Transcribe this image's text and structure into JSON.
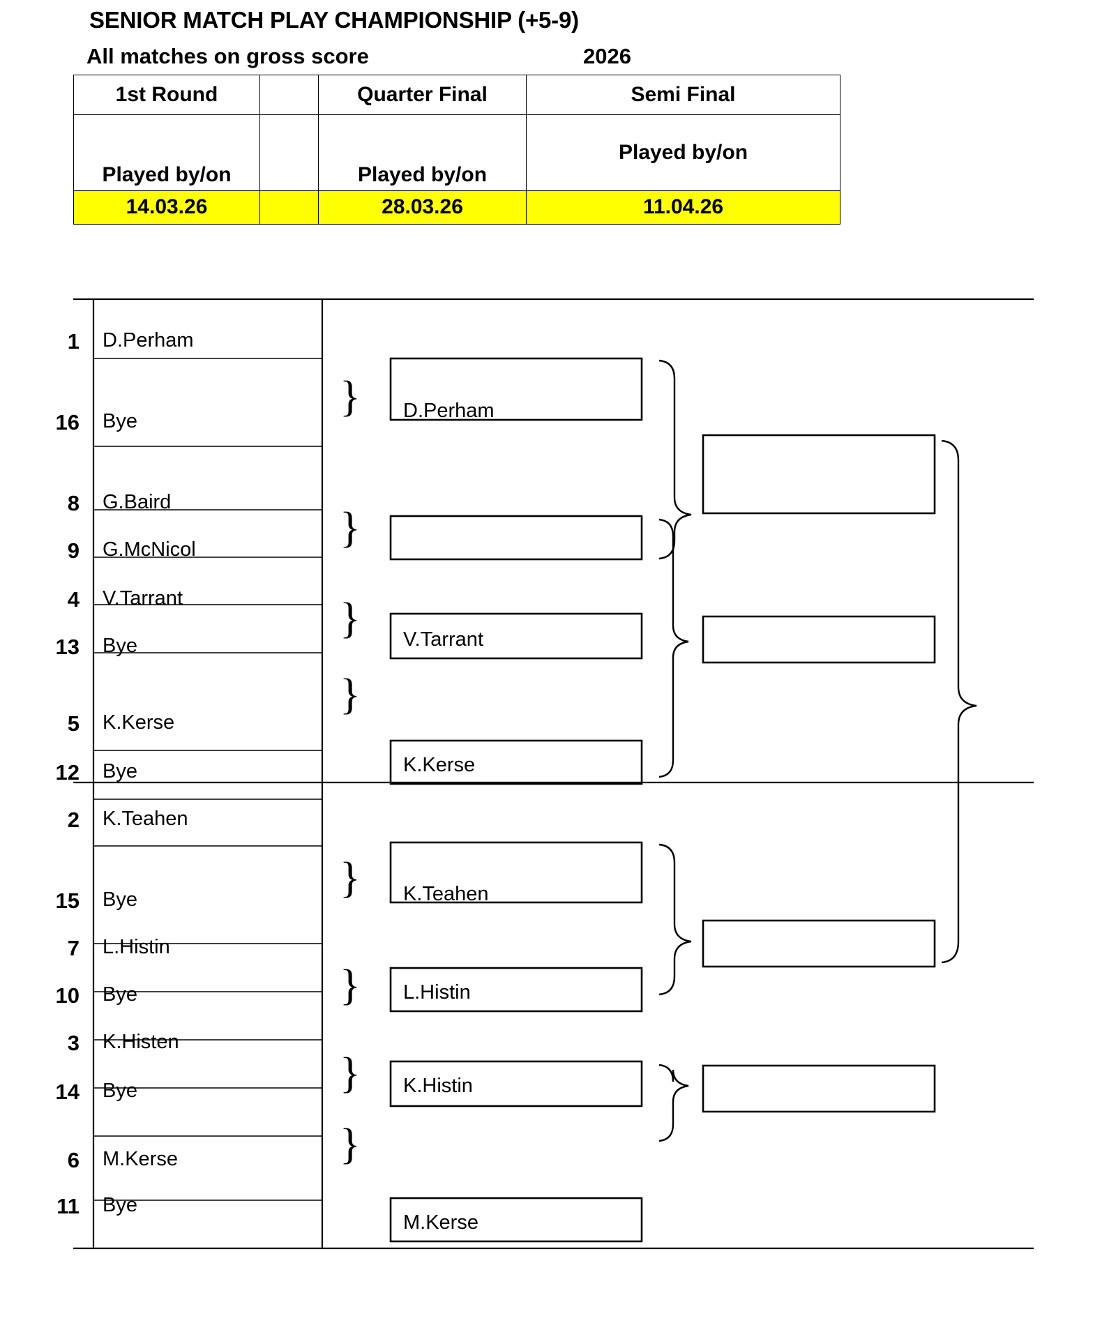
{
  "header": {
    "title": "SENIOR MATCH PLAY CHAMPIONSHIP (+5-9)",
    "subtitle": "All matches on gross score",
    "year": "2026",
    "round_labels": {
      "first_round": "1st Round",
      "blank_col": "",
      "quarter_final": "Quarter Final",
      "semi_final": "Semi Final"
    },
    "played_labels": {
      "first_round": "Played by/on",
      "blank_col": "",
      "quarter_final": "Played by/on",
      "semi_final": "Played by/on"
    },
    "dates": {
      "first_round": "14.03.26",
      "blank_col": "",
      "quarter_final": "28.03.26",
      "semi_final": "11.04.26"
    },
    "highlight_color": "#ffff00"
  },
  "bracket": {
    "first_round": [
      {
        "seed": "1",
        "name": "D.Perham"
      },
      {
        "seed": "16",
        "name": "Bye"
      },
      {
        "seed": "8",
        "name": "G.Baird"
      },
      {
        "seed": "9",
        "name": "G.McNicol"
      },
      {
        "seed": "4",
        "name": "V.Tarrant"
      },
      {
        "seed": "13",
        "name": "Bye"
      },
      {
        "seed": "5",
        "name": "K.Kerse"
      },
      {
        "seed": "12",
        "name": "Bye"
      },
      {
        "seed": "2",
        "name": "K.Teahen"
      },
      {
        "seed": "15",
        "name": "Bye"
      },
      {
        "seed": "7",
        "name": "L.Histin"
      },
      {
        "seed": "10",
        "name": "Bye"
      },
      {
        "seed": "3",
        "name": "K.Histen"
      },
      {
        "seed": "14",
        "name": "Bye"
      },
      {
        "seed": "6",
        "name": "M.Kerse"
      },
      {
        "seed": "11",
        "name": "Bye"
      }
    ],
    "quarter_finals": [
      {
        "name": "D.Perham"
      },
      {
        "name": ""
      },
      {
        "name": "V.Tarrant"
      },
      {
        "name": "K.Kerse"
      },
      {
        "name": "K.Teahen"
      },
      {
        "name": "L.Histin"
      },
      {
        "name": "K.Histin"
      },
      {
        "name": "M.Kerse"
      }
    ],
    "semi_finals": [
      {
        "name": ""
      },
      {
        "name": ""
      },
      {
        "name": ""
      },
      {
        "name": ""
      }
    ],
    "brace_glyph": "}"
  }
}
